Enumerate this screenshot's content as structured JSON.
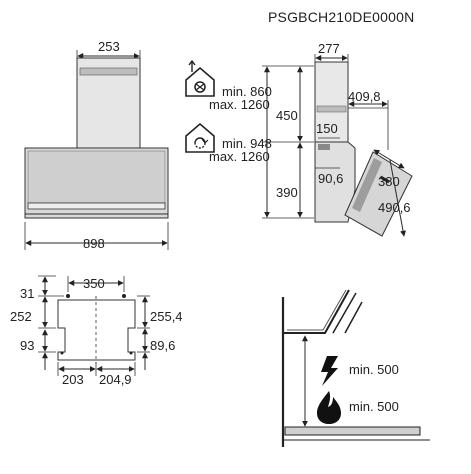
{
  "model_code": "PSGBCH210DE0000N",
  "front_view": {
    "chimney_width": "253",
    "total_width": "898"
  },
  "height_notes": {
    "extraction": {
      "min": "min. 860",
      "max": "max. 1260",
      "icon": "house-fan-icon"
    },
    "recirculation": {
      "min": "min. 948",
      "max": "max. 1260",
      "icon": "house-recirculation-icon"
    }
  },
  "side_view": {
    "top_depth": "277",
    "chimney_height": "450",
    "depth_to_canopy": "409,8",
    "outlet_width": "150",
    "body_height": "390",
    "inner_offset": "90,6",
    "panel_length": "380",
    "total_panel": "490,6"
  },
  "mount_plan": {
    "top_spacing": "350",
    "top_offset": "31",
    "left_height": "252",
    "right_height": "255,4",
    "bottom_left": "93",
    "bottom_right": "89,6",
    "bottom_span_left": "203",
    "bottom_span_right": "204,9"
  },
  "clearance": {
    "electric": {
      "label": "min. 500",
      "icon": "lightning-icon"
    },
    "gas": {
      "label": "min. 500",
      "icon": "flame-icon"
    }
  }
}
